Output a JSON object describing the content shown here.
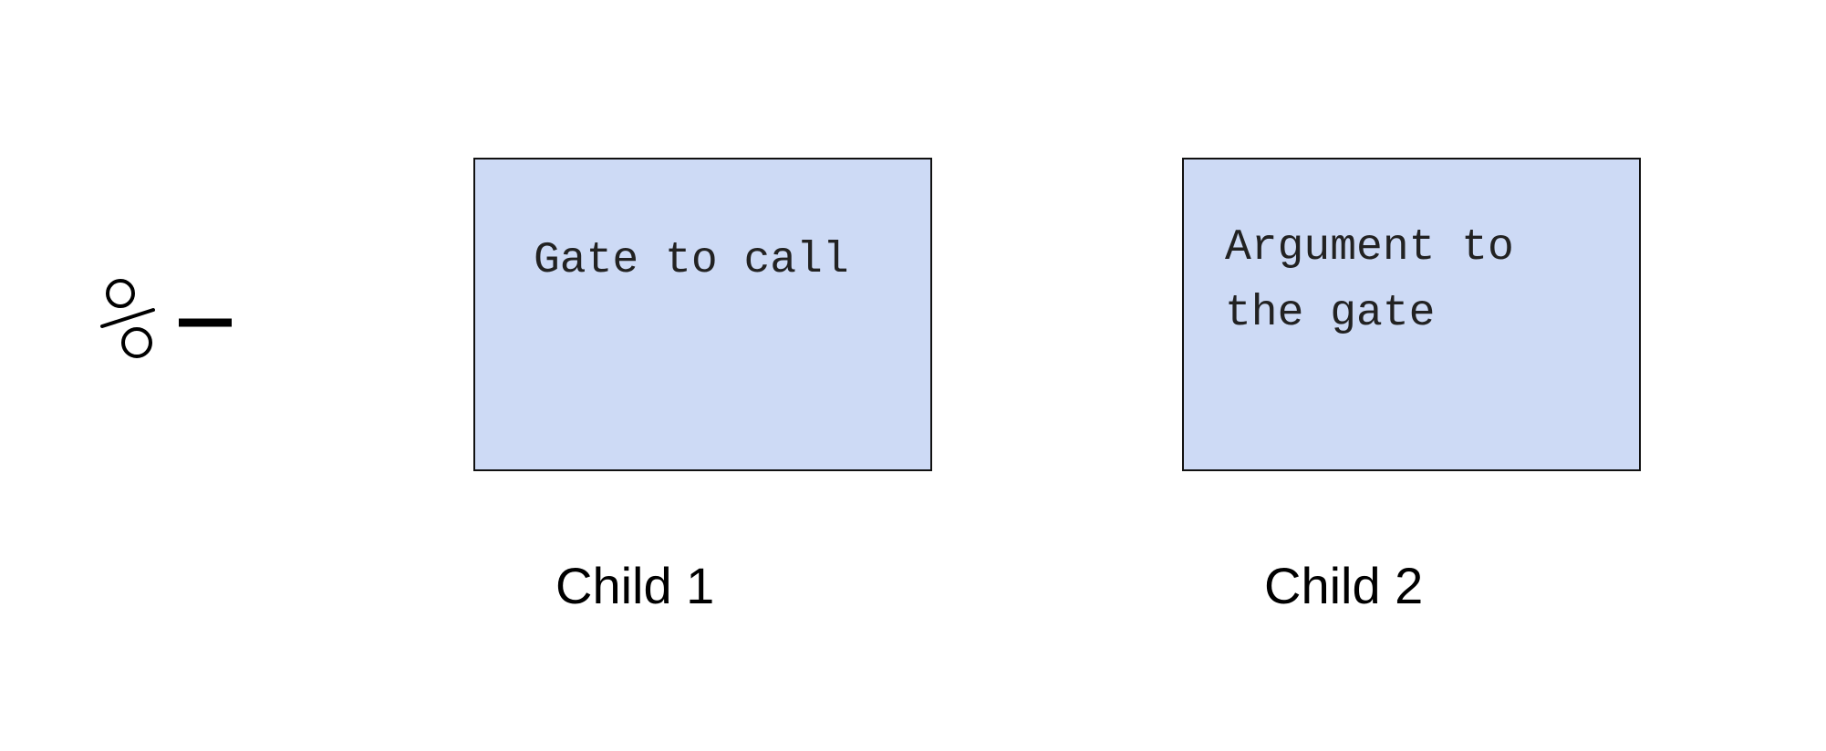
{
  "diagram": {
    "rune": {
      "icon": "percent-hep-rune-icon",
      "text": "%-"
    },
    "children": [
      {
        "box_text": "Gate to call",
        "label": "Child 1"
      },
      {
        "box_text": "Argument to the gate",
        "label": "Child 2"
      }
    ],
    "colors": {
      "box_fill": "#cddaf5",
      "box_border": "#111111",
      "text": "#000000"
    }
  }
}
